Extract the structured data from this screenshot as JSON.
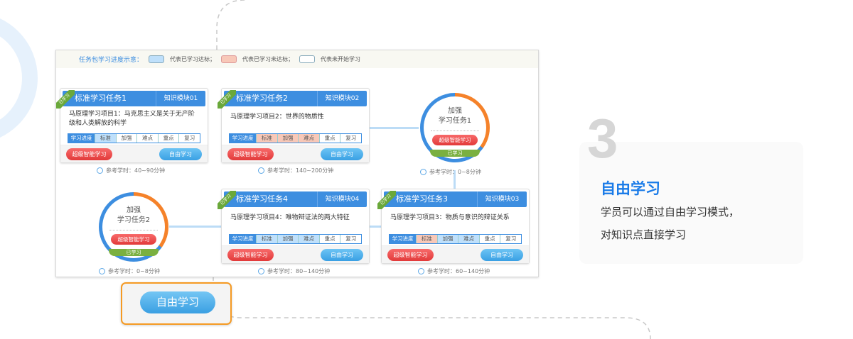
{
  "legend": {
    "title": "任务包学习进度示意：",
    "items": [
      {
        "label": "代表已学习达标；",
        "color": "#bfe0fb"
      },
      {
        "label": "代表已学习未达标；",
        "color": "#f8c8b8"
      },
      {
        "label": "代表未开始学习",
        "color": "#ffffff"
      }
    ]
  },
  "colors": {
    "reached": "#bfe0fb",
    "not_reached": "#f8c8b8",
    "not_started": "#ffffff"
  },
  "cards": [
    {
      "id": "1",
      "title": "标准学习任务1",
      "module": "知识模块01",
      "desc": "马原理学习项目1：马克思主义是关于无产阶级和人类解放的科学",
      "ribbon": "已学习",
      "progress_label": "学习进度",
      "steps": [
        {
          "label": "标准",
          "state": "reached"
        },
        {
          "label": "加强",
          "state": "not_started"
        },
        {
          "label": "难点",
          "state": "not_started"
        },
        {
          "label": "重点",
          "state": "not_started"
        },
        {
          "label": "复习",
          "state": "not_started"
        }
      ],
      "btn_smart": "超级智能学习",
      "btn_free": "自由学习",
      "time": "参考学时：40~90分钟"
    },
    {
      "id": "2",
      "title": "标准学习任务2",
      "module": "知识模块02",
      "desc": "马原理学习项目2：世界的物质性",
      "ribbon": "已学习",
      "progress_label": "学习进度",
      "steps": [
        {
          "label": "标准",
          "state": "not_reached"
        },
        {
          "label": "加强",
          "state": "not_reached"
        },
        {
          "label": "难点",
          "state": "not_reached"
        },
        {
          "label": "重点",
          "state": "not_started"
        },
        {
          "label": "复习",
          "state": "not_started"
        }
      ],
      "btn_smart": "超级智能学习",
      "btn_free": "自由学习",
      "time": "参考学时：140~200分钟"
    },
    {
      "id": "4",
      "title": "标准学习任务4",
      "module": "知识模块04",
      "desc": "马原理学习项目4：唯物辩证法的两大特征",
      "ribbon": "已学习",
      "progress_label": "学习进度",
      "steps": [
        {
          "label": "标准",
          "state": "reached"
        },
        {
          "label": "加强",
          "state": "reached"
        },
        {
          "label": "难点",
          "state": "reached"
        },
        {
          "label": "重点",
          "state": "not_started"
        },
        {
          "label": "复习",
          "state": "not_started"
        }
      ],
      "btn_smart": "超级智能学习",
      "btn_free": "自由学习",
      "time": "参考学时：80~140分钟"
    },
    {
      "id": "3",
      "title": "标准学习任务3",
      "module": "知识模块03",
      "desc": "马原理学习项目3：物质与意识的辩证关系",
      "ribbon": "已学习",
      "progress_label": "学习进度",
      "steps": [
        {
          "label": "标准",
          "state": "not_reached"
        },
        {
          "label": "加强",
          "state": "reached"
        },
        {
          "label": "难点",
          "state": "reached"
        },
        {
          "label": "重点",
          "state": "not_started"
        },
        {
          "label": "复习",
          "state": "not_started"
        }
      ],
      "btn_smart": "超级智能学习",
      "btn_free": "自由学习",
      "time": "参考学时：60~140分钟"
    }
  ],
  "circles": [
    {
      "line1": "加强",
      "line2": "学习任务1",
      "btn": "超级智能学习",
      "status": "已学习",
      "time": "参考学时：0~8分钟"
    },
    {
      "line1": "加强",
      "line2": "学习任务2",
      "btn": "超级智能学习",
      "status": "已学习",
      "time": "参考学时：0~8分钟"
    }
  ],
  "popup": {
    "button": "自由学习"
  },
  "panel": {
    "number": "3",
    "title": "自由学习",
    "line1": "学员可以通过自由学习模式，",
    "line2": "对知识点直接学习"
  }
}
